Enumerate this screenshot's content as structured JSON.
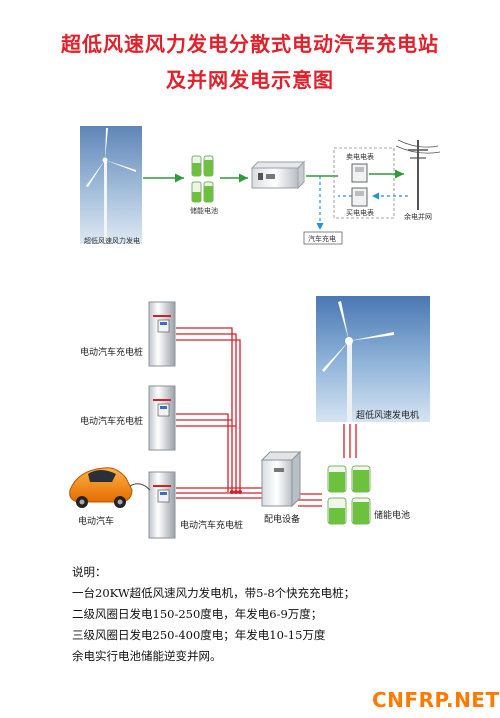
{
  "title_line1": "超低风速风力发电分散式电动汽车充电站",
  "title_line2": "及并网发电示意图",
  "top_diagram": {
    "turbine_label": "超低风速风力发电",
    "storage_label": "储能电池",
    "sell_meter": "卖电电表",
    "buy_meter": "买电电表",
    "grid_label": "余电并网",
    "ev_label": "汽车充电"
  },
  "bottom_diagram": {
    "charger1": "电动汽车充电桩",
    "charger2": "电动汽车充电桩",
    "charger3": "电动汽车充电桩",
    "car_label": "电动汽车",
    "dist_label": "配电设备",
    "turbine_label": "超低风速发电机",
    "battery_label": "储能电池"
  },
  "notes": {
    "heading": "说明：",
    "line1": "一台20KW超低风速风力发电机，带5-8个快充充电桩；",
    "line2": "二级风圈日发电150-250度电，年发电6-9万度；",
    "line3": "三级风圈日发电250-400度电；年发电10-15万度",
    "line4": "余电实行电池储能逆变并网。"
  },
  "logo": "CNFRP.NET",
  "colors": {
    "title": "#e0202a",
    "arrow": "#2e9c3a",
    "dashed": "#2a8fd6",
    "cable": "#d81e2a",
    "logo": "#ff7a00"
  }
}
